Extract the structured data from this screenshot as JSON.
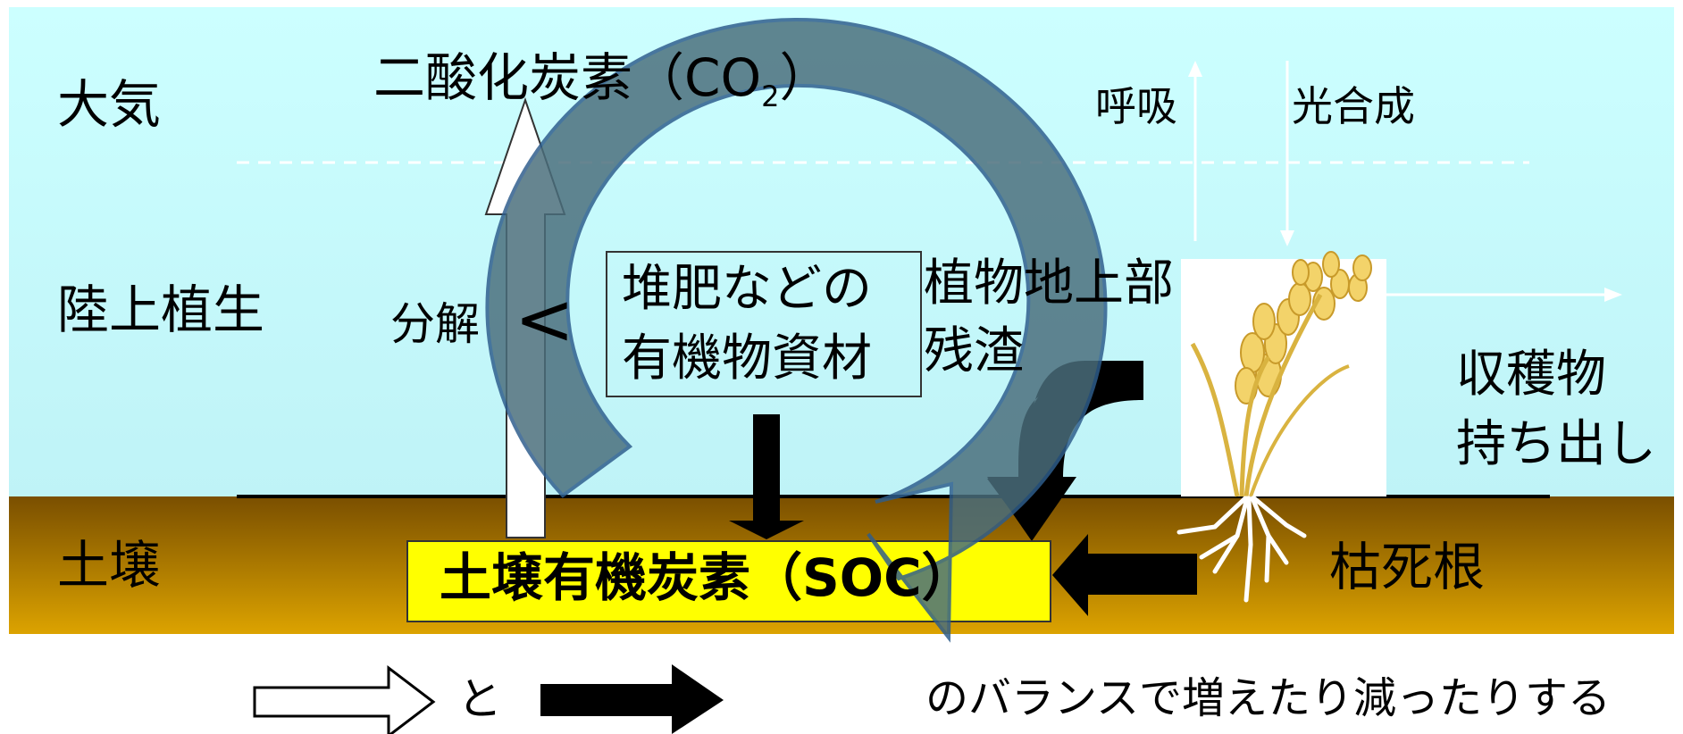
{
  "layers": {
    "atmosphere": "大気",
    "vegetation": "陸上植生",
    "soil": "土壌"
  },
  "labels": {
    "co2_prefix": "二酸化炭素（CO",
    "co2_sub": "2",
    "co2_suffix": "）",
    "respiration": "呼吸",
    "photosynthesis": "光合成",
    "decomposition": "分解",
    "lt_symbol": "<",
    "compost_line1": "堆肥などの",
    "compost_line2": "有機物資材",
    "residue_line1": "植物地上部",
    "residue_line2": "残渣",
    "harvest_line1": "収穫物",
    "harvest_line2": "持ち出し",
    "dead_roots": "枯死根",
    "soc": "土壌有機炭素（SOC）"
  },
  "legend": {
    "and": "と",
    "balance": "のバランスで増えたり減ったりする"
  },
  "colors": {
    "sky_top": "#ccffff",
    "sky_bottom": "#bff2f6",
    "soil_top": "#8a5a00",
    "soil_bottom": "#d9a000",
    "soc_fill": "#ffff00",
    "cycle_fill": "#4a6e7c",
    "cycle_stroke": "#2e5d8c"
  }
}
